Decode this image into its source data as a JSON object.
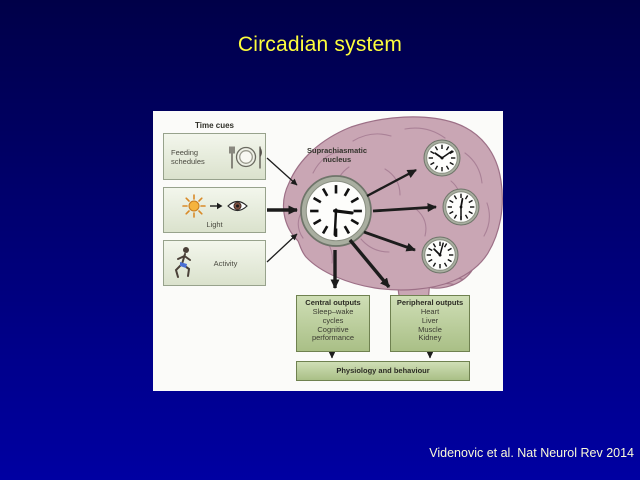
{
  "slide": {
    "title": "Circadian system",
    "citation": "Videnovic et al. Nat Neurol Rev 2014"
  },
  "colors": {
    "background_top": "#000048",
    "background_bottom": "#0000a2",
    "title_text": "#fdfd3c",
    "citation_text": "#fafad8",
    "panel_background": "#fbfbf9",
    "input_box_fill": "#e9efdd",
    "input_box_border": "#97a28c",
    "output_box_fill": "#bad096",
    "output_box_border": "#6f8150",
    "brain_fill": "#c9a6b4",
    "brain_outline": "#9d7087",
    "clock_rim": "#a9aea0",
    "clock_face": "#fdfdfb",
    "arrow": "#1c1c1c"
  },
  "diagram": {
    "time_cues_label": "Time cues",
    "feeding_box": {
      "label_lines": [
        "Feeding",
        "schedules"
      ],
      "icon": "cutlery-plate-icon"
    },
    "light_box": {
      "label": "Light",
      "icons": [
        "sun-icon",
        "eye-icon"
      ]
    },
    "activity_box": {
      "label": "Activity",
      "icon": "runner-icon"
    },
    "scn_label_lines": [
      "Suprachiasmatic",
      "nucleus"
    ],
    "clocks": [
      "scn-master-clock",
      "peripheral-clock-top",
      "peripheral-clock-middle",
      "peripheral-clock-bottom"
    ],
    "central_outputs": {
      "title": "Central outputs",
      "lines": [
        "Sleep–wake",
        "cycles",
        "Cognitive",
        "performance"
      ]
    },
    "peripheral_outputs": {
      "title": "Peripheral outputs",
      "lines": [
        "Heart",
        "Liver",
        "Muscle",
        "Kidney"
      ]
    },
    "physiology_box": {
      "title": "Physiology and behaviour"
    }
  }
}
